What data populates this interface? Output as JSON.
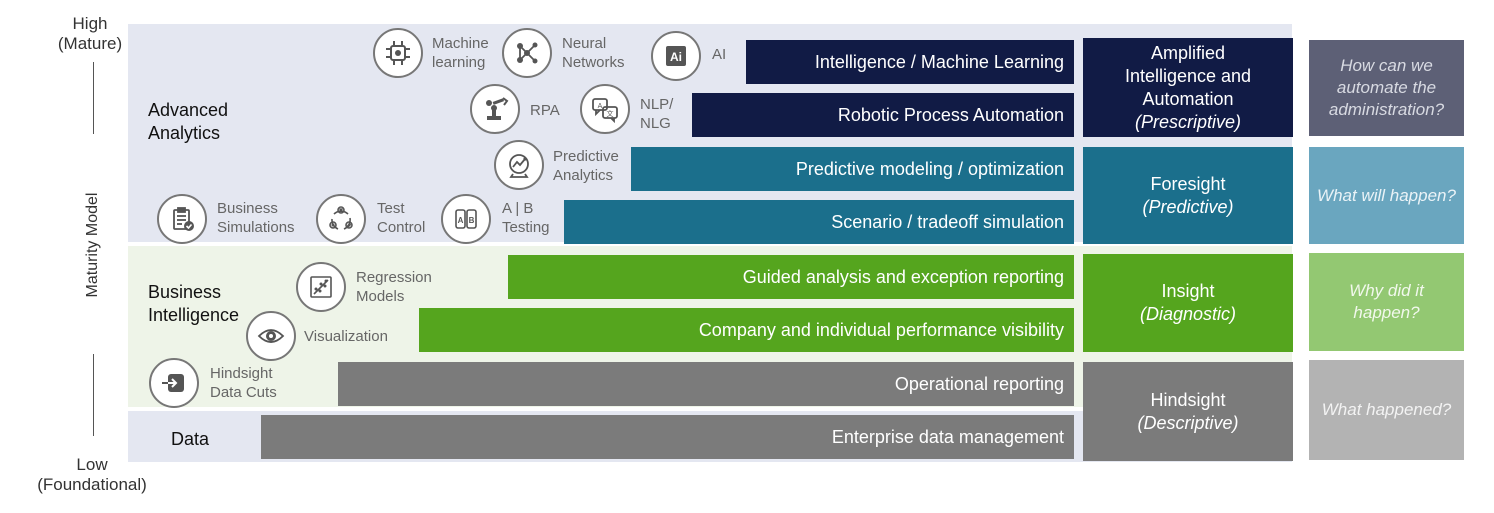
{
  "axis": {
    "high_label": "High",
    "high_sub": "(Mature)",
    "low_label": "Low",
    "low_sub": "(Foundational)",
    "title": "Maturity Model"
  },
  "sections": {
    "advanced": "Advanced Analytics",
    "bi": "Business Intelligence",
    "data": "Data"
  },
  "bars": {
    "intelligence_ml": "Intelligence / Machine Learning",
    "rpa": "Robotic Process Automation",
    "predictive": "Predictive modeling / optimization",
    "scenario": "Scenario / tradeoff simulation",
    "guided": "Guided analysis and exception reporting",
    "performance": "Company and individual performance visibility",
    "operational": "Operational reporting",
    "enterprise": "Enterprise data management"
  },
  "icons": {
    "machine_learning": "Machine learning",
    "neural_networks": "Neural Networks",
    "ai": "AI",
    "rpa": "RPA",
    "nlp": "NLP/ NLG",
    "predictive_analytics": "Predictive Analytics",
    "business_simulations": "Business Simulations",
    "test_control": "Test Control",
    "ab_testing": "A | B Testing",
    "regression_models": "Regression Models",
    "visualization": "Visualization",
    "hindsight_data_cuts": "Hindsight Data Cuts"
  },
  "levels": {
    "amplified": {
      "title": "Amplified Intelligence and Automation",
      "sub": "(Prescriptive)",
      "color": "#111b45"
    },
    "foresight": {
      "title": "Foresight",
      "sub": "(Predictive)",
      "color": "#1b6f8c"
    },
    "insight": {
      "title": "Insight",
      "sub": "(Diagnostic)",
      "color": "#55a51e"
    },
    "hindsight": {
      "title": "Hindsight",
      "sub": "(Descriptive)",
      "color": "#7b7b7b"
    }
  },
  "questions": {
    "automate": "How can we automate the administration?",
    "will_happen": "What will happen?",
    "why": "Why did it happen?",
    "happened": "What happened?"
  }
}
